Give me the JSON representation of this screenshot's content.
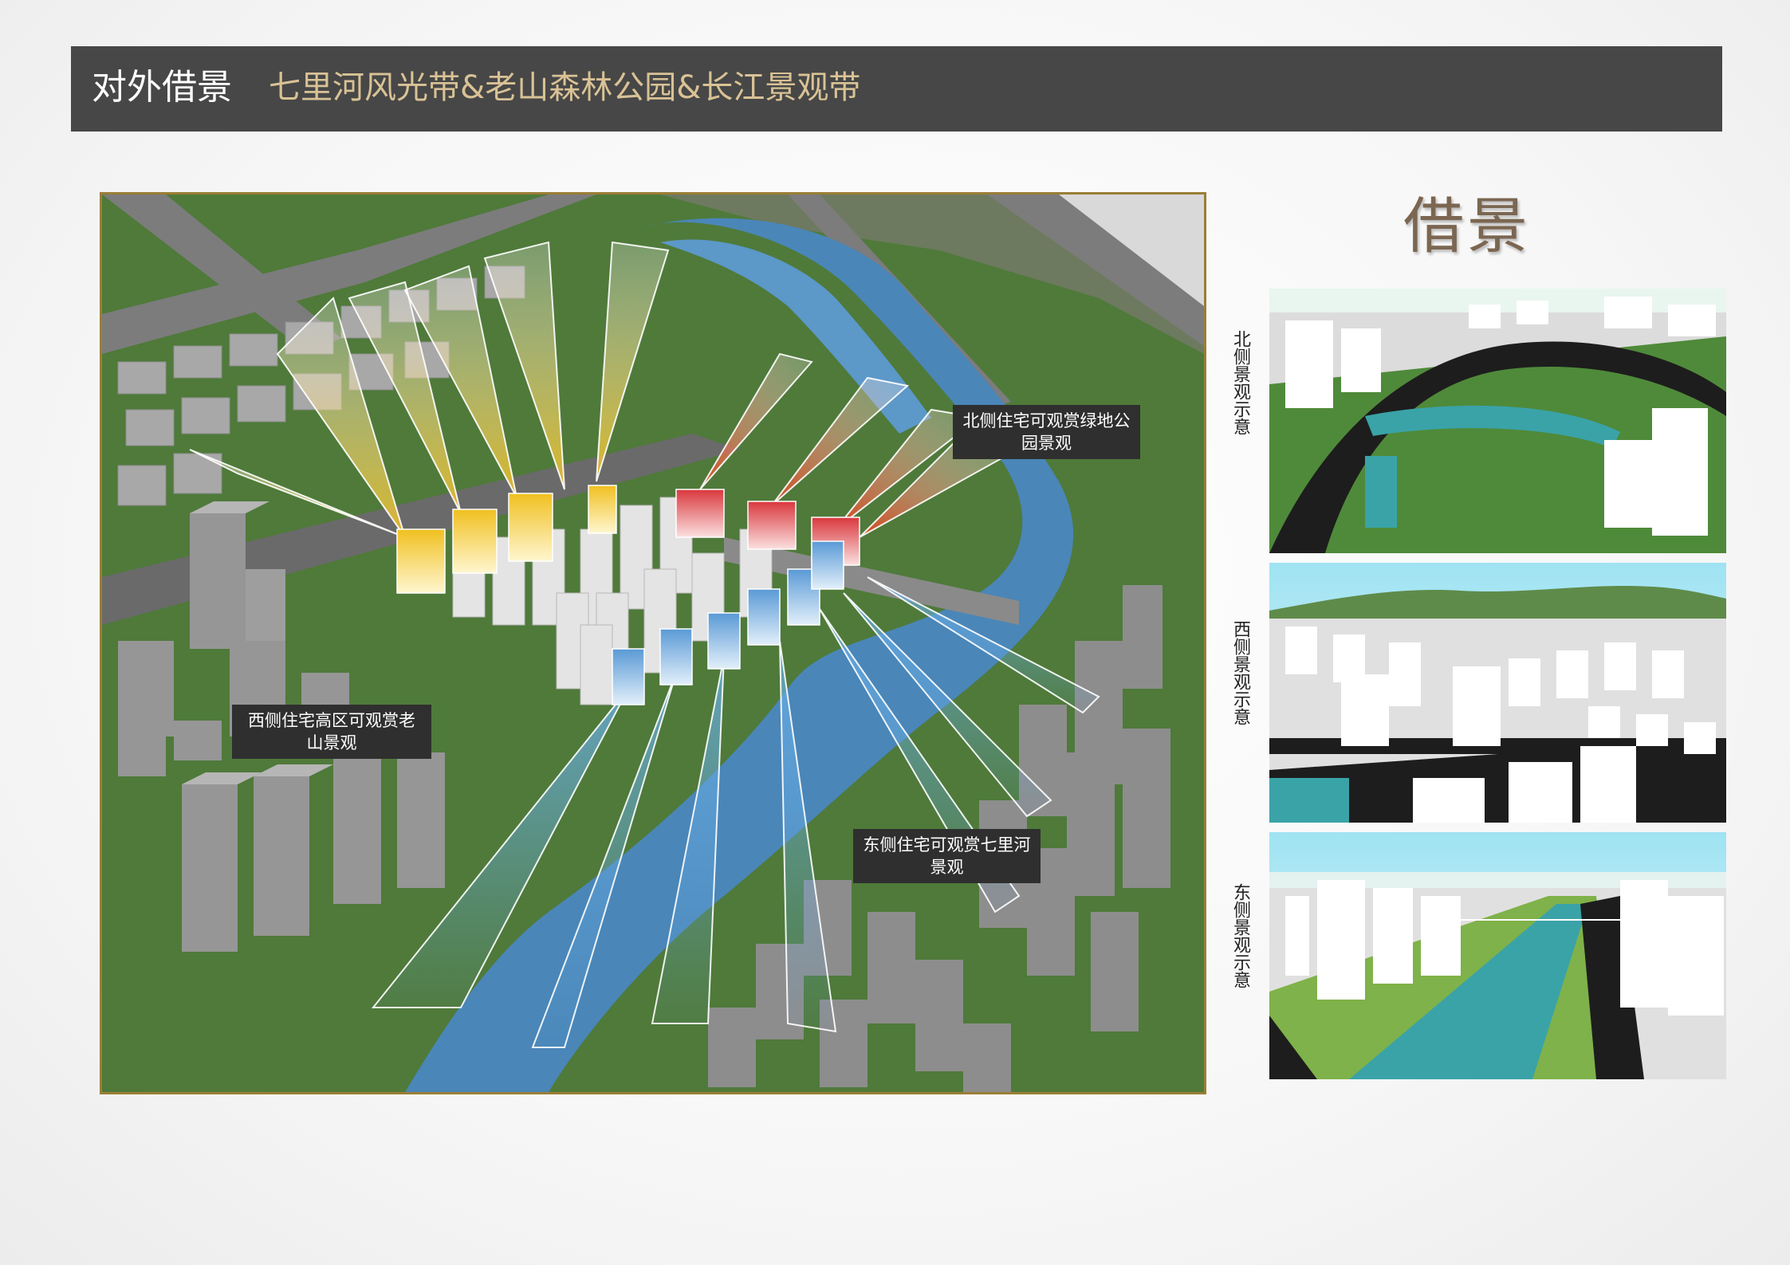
{
  "header": {
    "title": "对外借景",
    "subtitle": "七里河风光带&老山森林公园&长江景观带"
  },
  "main_map": {
    "labels": {
      "north": "北侧住宅可观赏绿地公园景观",
      "west": "西侧住宅高区可观赏老山景观",
      "east": "东侧住宅可观赏七里河景观"
    }
  },
  "side_panel": {
    "title": "借景",
    "views": [
      {
        "label": "北侧景观示意"
      },
      {
        "label": "西侧景观示意"
      },
      {
        "label": "东侧景观示意"
      }
    ]
  },
  "colors": {
    "header_bg": "#474747",
    "subtitle": "#d9c295",
    "grass": "#4f7a3a",
    "river": "#4a86b8",
    "north_view": "#d9383d",
    "west_view": "#f0c020",
    "east_view": "#5a9ad6",
    "frame": "#9b7e36"
  }
}
